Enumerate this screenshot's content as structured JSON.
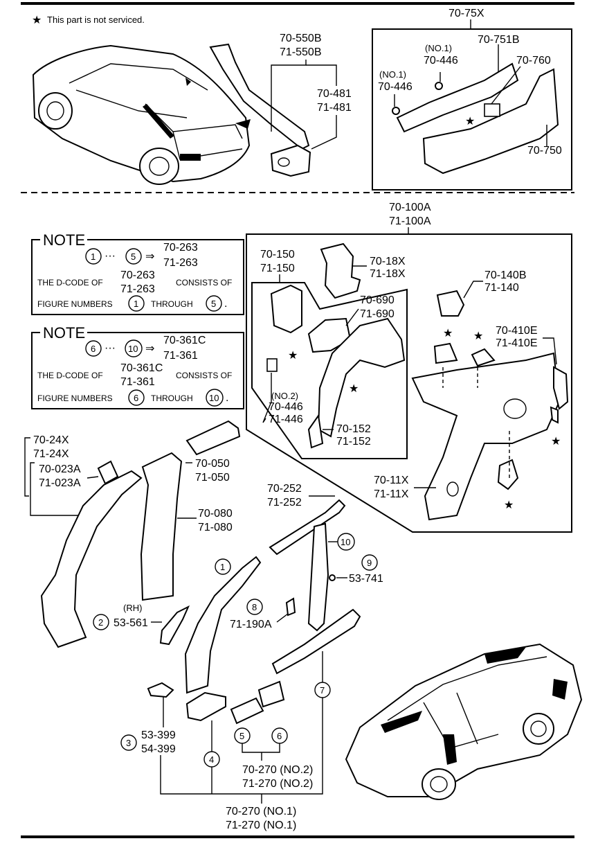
{
  "header": {
    "legend_star": "★",
    "legend_text": "This part is not serviced."
  },
  "top": {
    "group_75x": "70-75X",
    "rail": [
      "70-550B",
      "71-550B"
    ],
    "bracket": [
      "70-481",
      "71-481"
    ],
    "no1": "(NO.1)",
    "p446": "70-446",
    "p751b": "70-751B",
    "p760": "70-760",
    "p750": "70-750"
  },
  "group100": [
    "70-100A",
    "71-100A"
  ],
  "note1": {
    "title": "NOTE",
    "from": "1",
    "to": "5",
    "dots": "···",
    "arrow": "⇒",
    "codes": [
      "70-263",
      "71-263"
    ],
    "line1_a": "THE D-CODE OF",
    "line1_b": "CONSISTS OF",
    "line2_a": "FIGURE NUMBERS",
    "line2_b": "THROUGH",
    "period": "."
  },
  "note2": {
    "title": "NOTE",
    "from": "6",
    "to": "10",
    "dots": "···",
    "arrow": "⇒",
    "codes": [
      "70-361C",
      "71-361"
    ],
    "line1_a": "THE D-CODE OF",
    "line1_b": "CONSISTS OF",
    "line2_a": "FIGURE NUMBERS",
    "line2_b": "THROUGH",
    "period": "."
  },
  "inner": {
    "p150": [
      "70-150",
      "71-150"
    ],
    "p18x": [
      "70-18X",
      "71-18X"
    ],
    "p690": [
      "70-690",
      "71-690"
    ],
    "no2": "(NO.2)",
    "p446b": [
      "70-446",
      "71-446"
    ],
    "p152": [
      "70-152",
      "71-152"
    ],
    "p140b": [
      "70-140B",
      "71-140"
    ],
    "p410e": [
      "70-410E",
      "71-410E"
    ],
    "p11x": [
      "70-11X",
      "71-11X"
    ]
  },
  "side": {
    "p24x": [
      "70-24X",
      "71-24X"
    ],
    "p023a": [
      "70-023A",
      "71-023A"
    ],
    "p050": [
      "70-050",
      "71-050"
    ],
    "p080": [
      "70-080",
      "71-080"
    ],
    "p252": [
      "70-252",
      "71-252"
    ],
    "rh": "(RH)",
    "p561": "53-561",
    "p741": "53-741",
    "p190a": "71-190A",
    "p399": [
      "53-399",
      "54-399"
    ],
    "p270no2": [
      "70-270 (NO.2)",
      "71-270 (NO.2)"
    ],
    "p270no1": [
      "70-270 (NO.1)",
      "71-270 (NO.1)"
    ],
    "circles": [
      "1",
      "2",
      "3",
      "4",
      "5",
      "6",
      "7",
      "8",
      "9",
      "10"
    ]
  }
}
